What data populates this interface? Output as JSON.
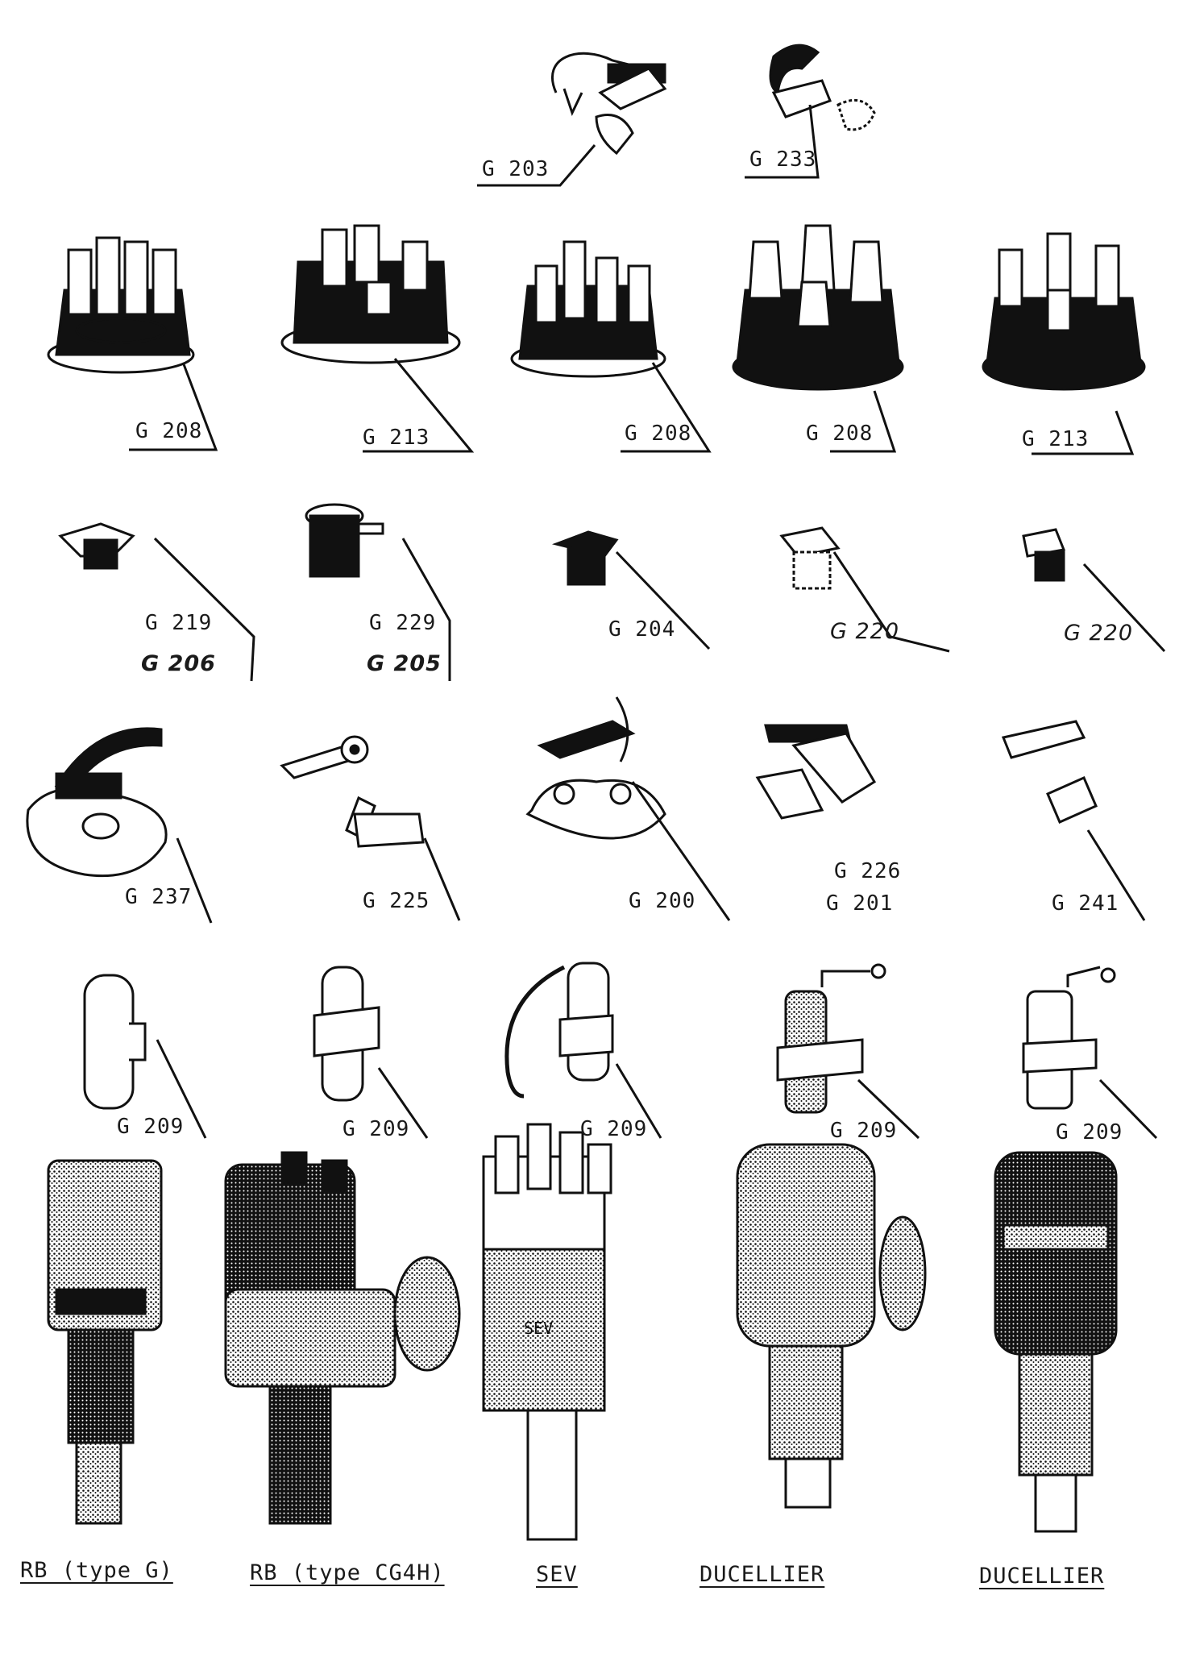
{
  "rows": {
    "contact_sets_top": [
      "G 203",
      "G 233"
    ],
    "distributor_caps": [
      "G 208",
      "G 213",
      "G 208",
      "G 208",
      "G 213"
    ],
    "rotors": [
      {
        "upper": "G 219",
        "lower": "G 206"
      },
      {
        "upper": "G 229",
        "lower": "G 205"
      },
      {
        "upper": "G 204"
      },
      {
        "upper": "G 220"
      },
      {
        "upper": "G 220"
      }
    ],
    "contact_sets": [
      "G 237",
      "G 225",
      "G 200",
      {
        "upper": "G 226",
        "lower": "G 201"
      },
      "G 241"
    ],
    "condensers": [
      "G 209",
      "G 209",
      "G 209",
      "G 209",
      "G 209"
    ],
    "distributors": [
      "RB (type G)",
      "RB (type CG4H)",
      "SEV",
      "DUCELLIER",
      "DUCELLIER"
    ]
  }
}
